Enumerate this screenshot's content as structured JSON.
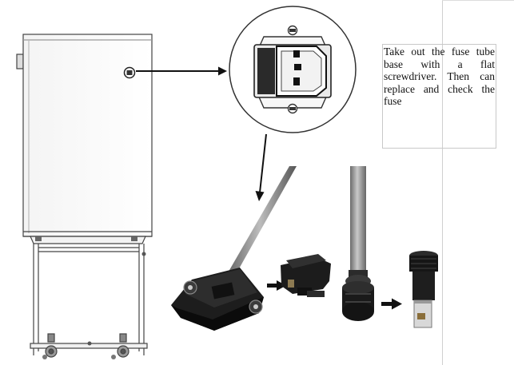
{
  "instruction": {
    "text": "Take out the fuse tube base with a flat screwdriver. Then can replace and check the fuse"
  },
  "figure": {
    "cabinet": "cabinet-on-stand",
    "detail": "power-inlet-socket",
    "step_images": [
      "screwdriver-in-fuse-holder",
      "fuse-drawer-removed",
      "screwdriver-on-fuse-cap",
      "fuse-cap-removed"
    ],
    "arrow_color": "#111111"
  }
}
